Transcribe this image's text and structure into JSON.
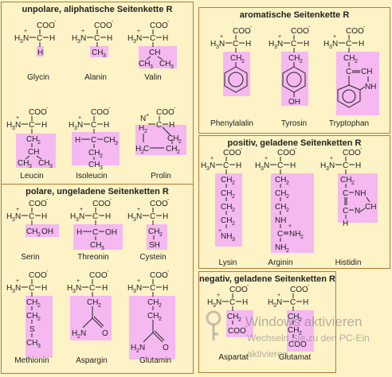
{
  "panels": {
    "aliphatic": {
      "title": "unpolare, aliphatische Seitenkette R",
      "names": [
        "Glycin",
        "Alanin",
        "Valin",
        "Leucin",
        "Isoleucin",
        "Prolin"
      ]
    },
    "aromatic": {
      "title": "aromatische Seitenkette R",
      "names": [
        "Phenylalalin",
        "Tyrosin",
        "Tryptophan"
      ]
    },
    "positive": {
      "title": "positiv, geladene Seitenketten R",
      "names": [
        "Lysin",
        "Arginin",
        "Histidin"
      ]
    },
    "polar": {
      "title": "polare, ungeladene Seitenketten R",
      "names": [
        "Serin",
        "Threonin",
        "Cystein",
        "Methionin",
        "Aspargin",
        "Glutamin"
      ]
    },
    "negative": {
      "title": "negativ, geladene Seitenketten R",
      "names": [
        "Aspartat",
        "Glutamat"
      ]
    }
  },
  "formula": {
    "coo": "COO",
    "minus": "-",
    "plus": "+",
    "h3n": "H",
    "h3n_sub": "3",
    "h3n_n": "N",
    "c": "C",
    "h": "H",
    "ch": "CH",
    "ch2": "CH",
    "ch3": "CH",
    "sub2": "2",
    "sub3": "3",
    "oh": "OH",
    "ch2oh": "CH",
    "ch2oh_tail": "OH",
    "sh": "SH",
    "s": "S",
    "o": "O",
    "nh": "NH",
    "nh2": "NH",
    "n": "N",
    "nh3": "NH",
    "h2n": "H",
    "h2n_n": "N",
    "o_minus": "O",
    "h2c": "H",
    "h2c_c": "C"
  },
  "watermark": {
    "line1": "Windows aktivieren",
    "line2": "Wechseln Sie zu den PC-Ein",
    "line3": "aktivieren."
  },
  "colors": {
    "background": "#fdf3c6",
    "border": "#b07a34",
    "highlight": "#f5b8f0",
    "text": "#222222"
  }
}
